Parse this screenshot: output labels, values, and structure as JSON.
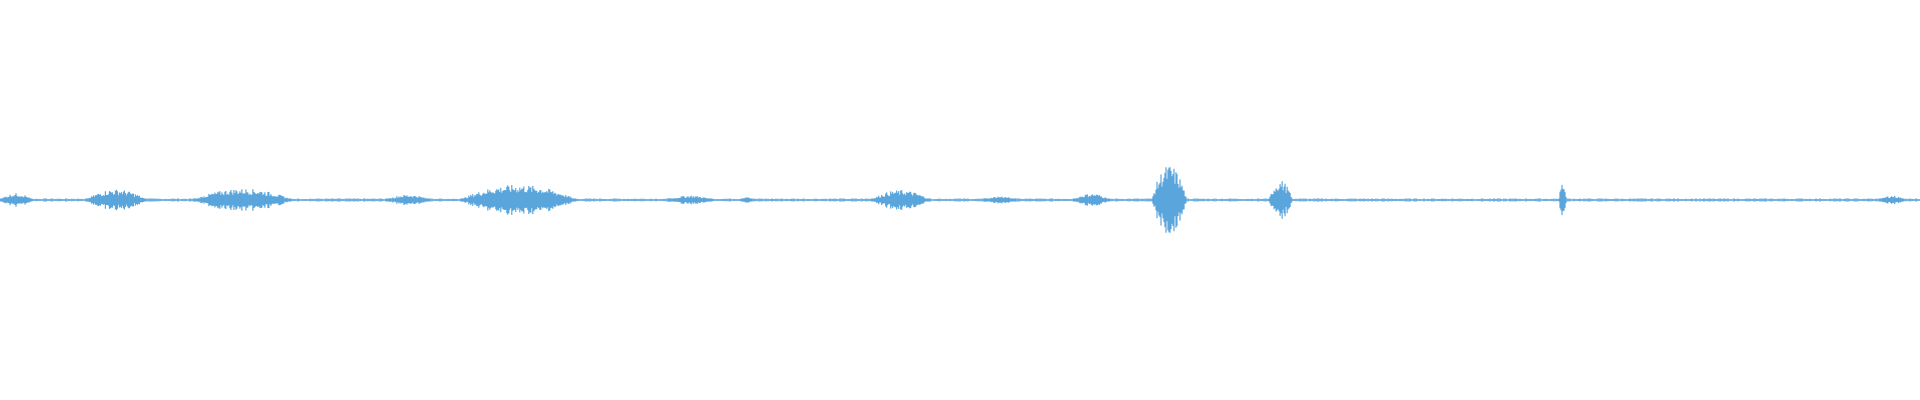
{
  "waveform": {
    "color": "#5aa5dc",
    "max_amplitude": 1.0,
    "segments": [
      {
        "start": 0.0,
        "end": 0.017,
        "amplitude": 0.18
      },
      {
        "start": 0.045,
        "end": 0.076,
        "amplitude": 0.28
      },
      {
        "start": 0.101,
        "end": 0.152,
        "amplitude": 0.3
      },
      {
        "start": 0.201,
        "end": 0.224,
        "amplitude": 0.14
      },
      {
        "start": 0.24,
        "end": 0.3,
        "amplitude": 0.4
      },
      {
        "start": 0.348,
        "end": 0.371,
        "amplitude": 0.12
      },
      {
        "start": 0.386,
        "end": 0.392,
        "amplitude": 0.1
      },
      {
        "start": 0.454,
        "end": 0.484,
        "amplitude": 0.26
      },
      {
        "start": 0.513,
        "end": 0.529,
        "amplitude": 0.1
      },
      {
        "start": 0.559,
        "end": 0.578,
        "amplitude": 0.17
      },
      {
        "start": 0.6,
        "end": 0.618,
        "amplitude": 0.92
      },
      {
        "start": 0.661,
        "end": 0.673,
        "amplitude": 0.52
      },
      {
        "start": 0.812,
        "end": 0.816,
        "amplitude": 0.48
      },
      {
        "start": 0.979,
        "end": 0.992,
        "amplitude": 0.12
      }
    ]
  }
}
